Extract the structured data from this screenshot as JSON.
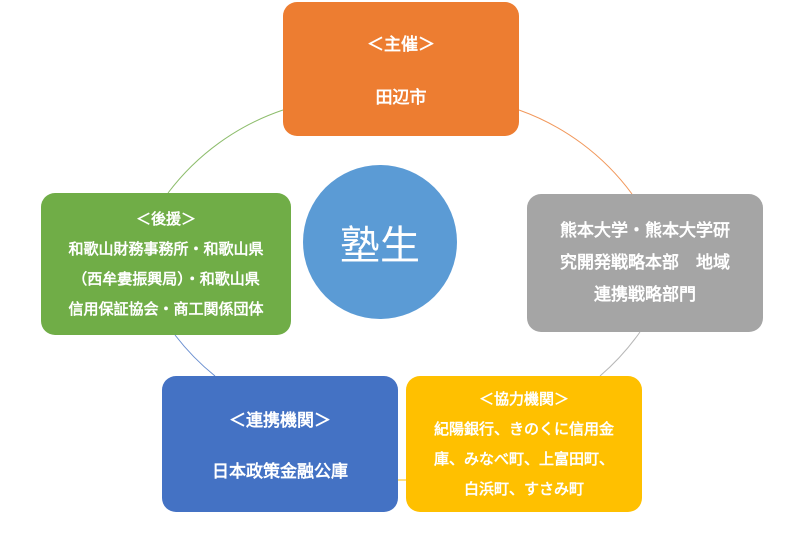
{
  "center": {
    "label": "塾生"
  },
  "organizer": {
    "heading": "＜主催＞",
    "lines": [
      "田辺市"
    ]
  },
  "university": {
    "lines": [
      "熊本大学・熊本大学研",
      "究開発戦略本部　地域",
      "連携戦略部門"
    ]
  },
  "support": {
    "heading": "＜後援＞",
    "lines": [
      "和歌山財務事務所・和歌山県",
      "（西牟婁振興局）・和歌山県",
      "信用保証協会・商工関係団体"
    ]
  },
  "partner": {
    "heading": "＜連携機関＞",
    "lines": [
      "日本政策金融公庫"
    ]
  },
  "cooperation": {
    "heading": "＜協力機関＞",
    "lines": [
      "紀陽銀行、きのくに信用金",
      "庫、みなべ町、上富田町、",
      "白浜町、すさみ町"
    ]
  },
  "colors": {
    "organizer": "#ed7d31",
    "university": "#a5a5a5",
    "support": "#70ad47",
    "partner": "#4472c4",
    "cooperation": "#ffc000",
    "center": "#5b9bd5"
  }
}
